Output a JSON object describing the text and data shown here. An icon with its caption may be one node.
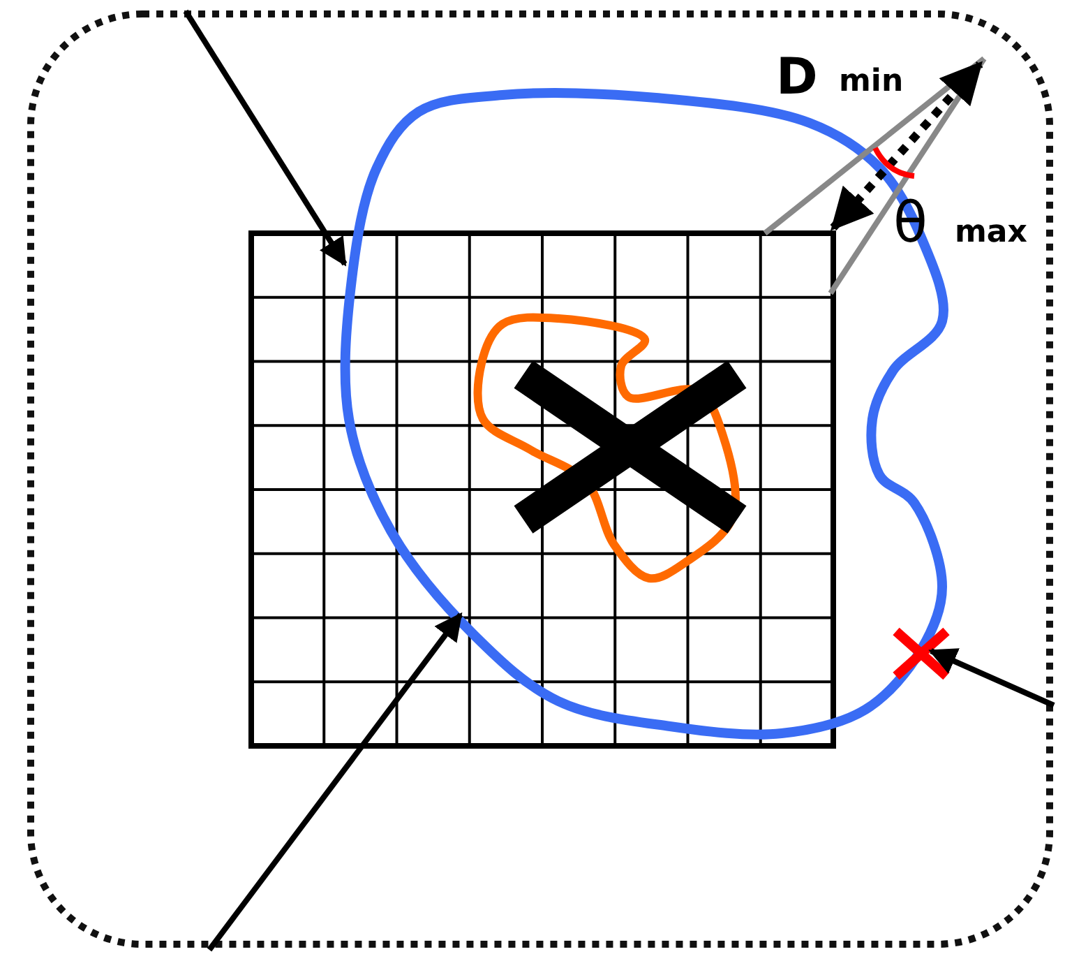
{
  "diagram": {
    "nodes": [
      {
        "text": [],
        "shape": "grid"
      },
      {
        "text": [],
        "shape": "curve"
      },
      {
        "text": [],
        "shape": "cross"
      }
    ],
    "edges": [
      {
        "from": null,
        "to": 0,
        "arrow": "to"
      },
      {
        "from": null,
        "to": 1,
        "arrow": "to"
      },
      {
        "from": null,
        "to": 2,
        "arrow": "to"
      }
    ],
    "labels": [
      "D",
      "min",
      "θ",
      "max"
    ]
  }
}
